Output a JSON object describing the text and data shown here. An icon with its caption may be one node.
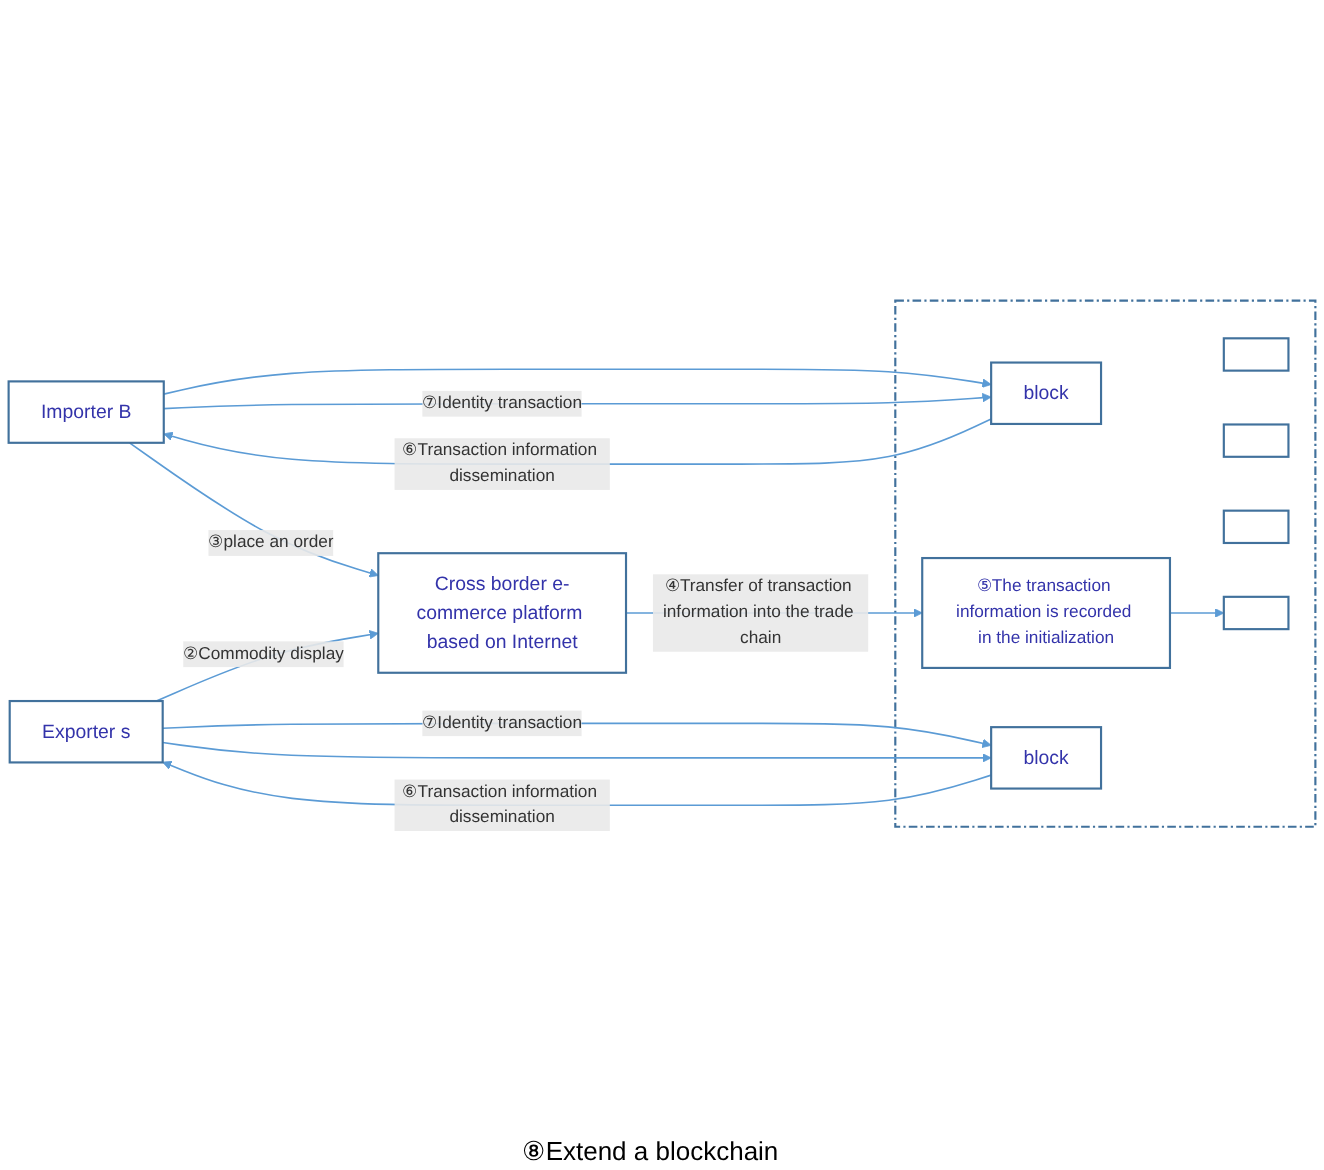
{
  "diagram": {
    "nodes": [
      {
        "text": [],
        "shape": "box"
      },
      {
        "text": [
          "Importer B"
        ]
      },
      {
        "text": [
          "Cross border e-commerce platform based on Internet"
        ]
      },
      {
        "text": [
          "Exporter s"
        ]
      },
      {
        "text": [
          "block"
        ],
        "in": 0
      },
      {
        "text": [
          "⑤The transaction information is recorded in the initialization"
        ],
        "in": 0
      },
      {
        "text": [
          "block"
        ],
        "in": 0
      },
      {
        "text": [],
        "shape": "box",
        "in": 0
      },
      {
        "text": [],
        "shape": "box",
        "in": 0
      },
      {
        "text": [],
        "shape": "box",
        "in": 0
      },
      {
        "text": [],
        "shape": "box",
        "in": 0
      }
    ],
    "edges": [
      {
        "from": 1,
        "to": 4,
        "arrow": "to"
      },
      {
        "from": 4,
        "to": 1,
        "arrow": "to",
        "label": "⑥Transaction information dissemination"
      },
      {
        "from": 1,
        "to": 4,
        "arrow": "to",
        "label": "⑦Identity transaction"
      },
      {
        "from": 1,
        "to": 2,
        "arrow": "to",
        "label": "③place an order"
      },
      {
        "from": 2,
        "to": 5,
        "arrow": "to",
        "label": "④Transfer of transaction information into the trade chain"
      },
      {
        "from": 3,
        "to": 2,
        "arrow": "to",
        "label": "②Commodity display"
      },
      {
        "from": 6,
        "to": 3,
        "arrow": "to",
        "label": "⑥Transaction information dissemination"
      },
      {
        "from": 3,
        "to": 6,
        "arrow": "to",
        "label": "⑦Identity transaction"
      },
      {
        "from": 3,
        "to": 6,
        "arrow": "to"
      },
      {
        "from": 5,
        "to": 10,
        "arrow": "to"
      }
    ],
    "labels": [
      "⑧Extend a blockchain"
    ]
  }
}
